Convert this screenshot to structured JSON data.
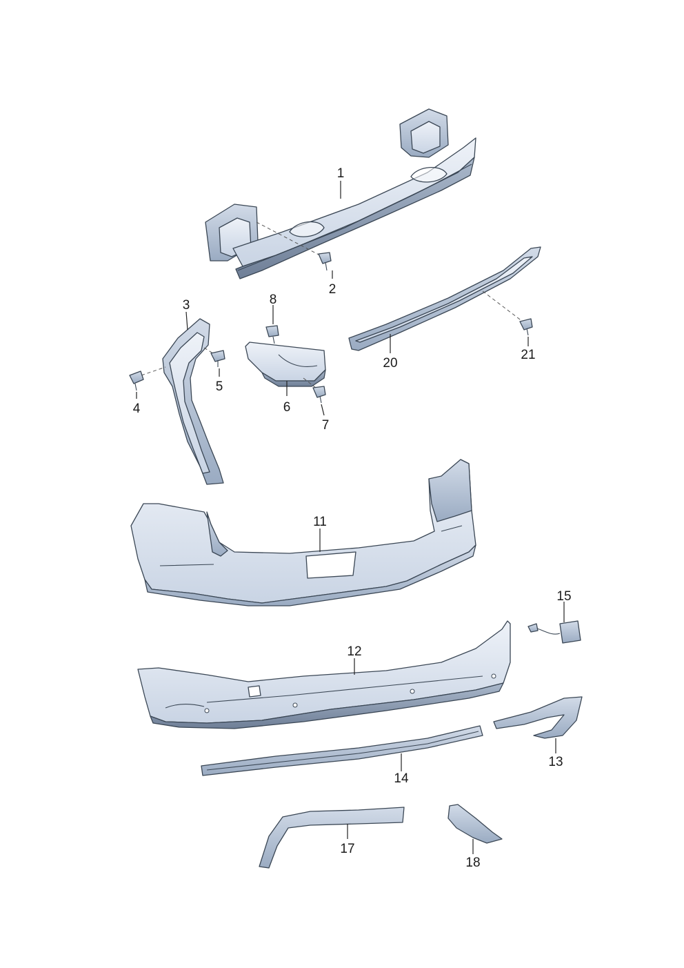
{
  "diagram": {
    "callouts": [
      {
        "id": "1",
        "text": "1"
      },
      {
        "id": "2",
        "text": "2"
      },
      {
        "id": "3",
        "text": "3"
      },
      {
        "id": "4",
        "text": "4"
      },
      {
        "id": "5",
        "text": "5"
      },
      {
        "id": "6",
        "text": "6"
      },
      {
        "id": "7",
        "text": "7"
      },
      {
        "id": "8",
        "text": "8"
      },
      {
        "id": "11",
        "text": "11"
      },
      {
        "id": "12",
        "text": "12"
      },
      {
        "id": "13",
        "text": "13"
      },
      {
        "id": "14",
        "text": "14"
      },
      {
        "id": "15",
        "text": "15"
      },
      {
        "id": "17",
        "text": "17"
      },
      {
        "id": "18",
        "text": "18"
      },
      {
        "id": "20",
        "text": "20"
      },
      {
        "id": "21",
        "text": "21"
      }
    ],
    "colors": {
      "part_light": "#dfe6f1",
      "part_mid": "#b9c6d8",
      "part_dark": "#7f8fa6",
      "outline": "#3a4654",
      "label": "#1a1a1a"
    }
  }
}
